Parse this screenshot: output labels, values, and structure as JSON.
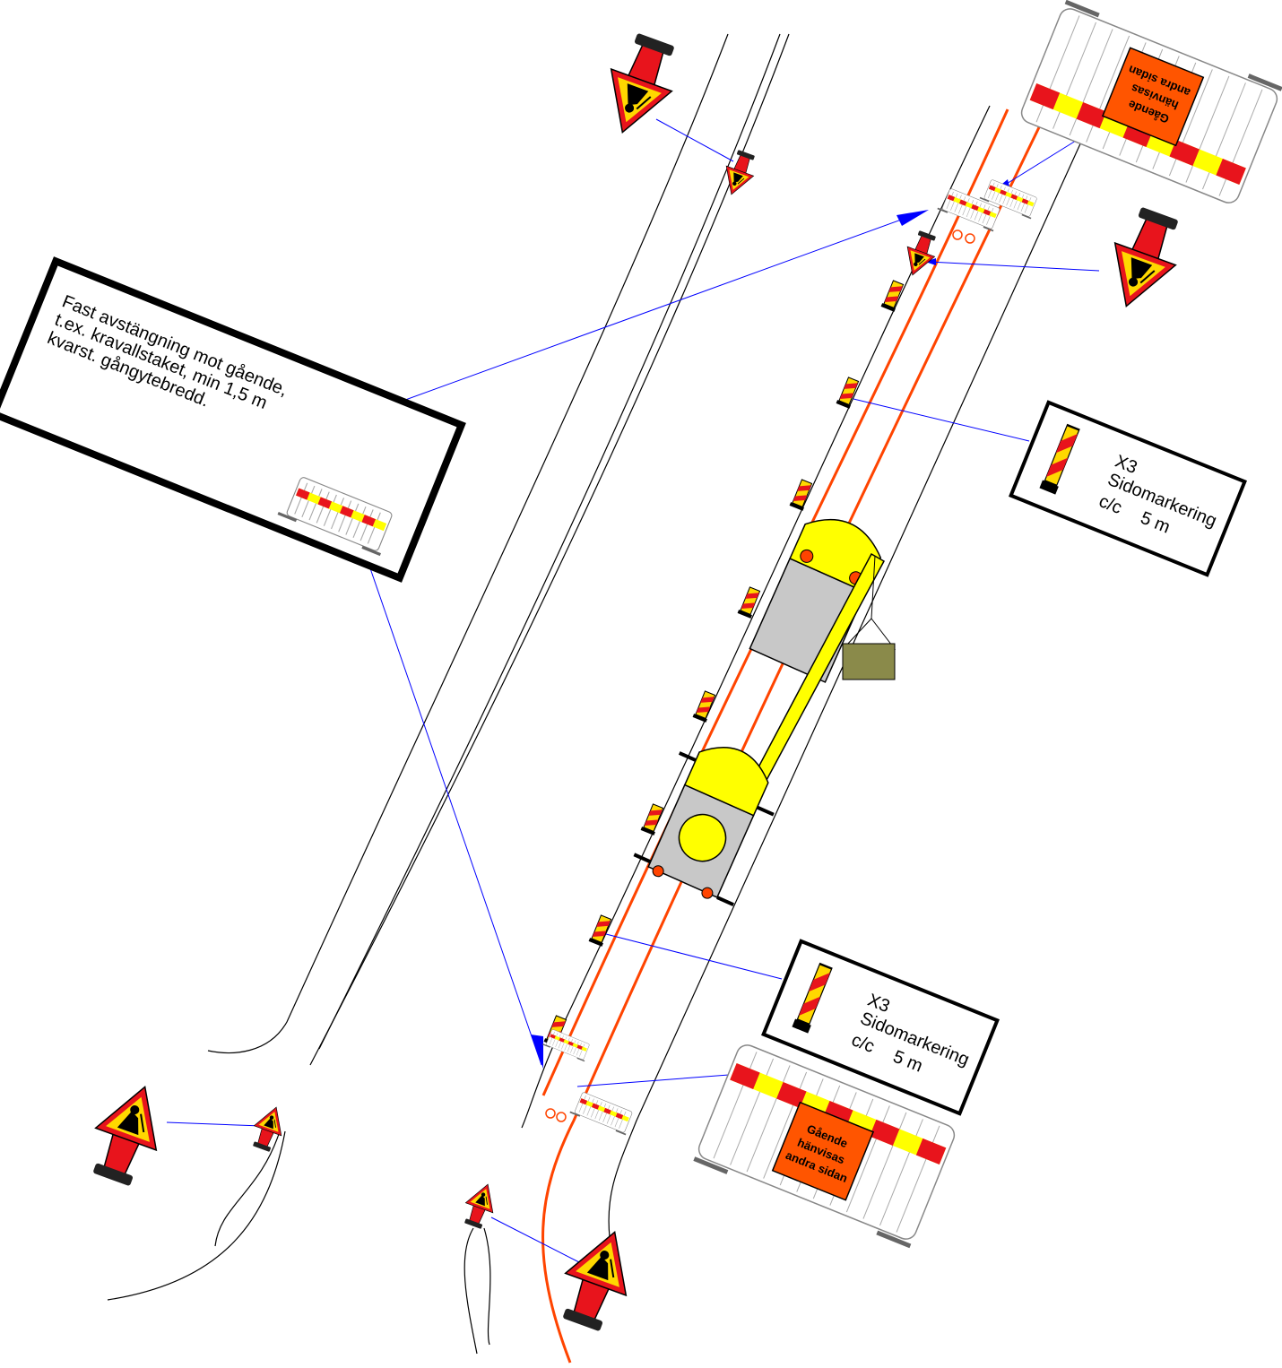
{
  "colors": {
    "road_line": "#000000",
    "cable": "#ff4400",
    "pointer": "#0000ff",
    "sign_red": "#e8141c",
    "sign_yellow": "#ffd800",
    "barrier_red": "#e8141c",
    "barrier_yellow": "#ffff00",
    "detour_plate": "#ff5500",
    "machine_yellow": "#ffff00",
    "machine_body": "#c8c8c8",
    "load": "#8a8a4a"
  },
  "icons": {
    "roadwork_sign": "roadwork-warning-sign-icon",
    "delineator": "side-marker-post-icon",
    "barrier": "pedestrian-barrier-icon",
    "crane": "crane-truck-icon",
    "excavator": "excavator-icon",
    "cycle": "bicycle-symbol-icon"
  },
  "notes": {
    "fence": {
      "lines": [
        "Fast avstängning mot gående,",
        "t.ex. kravallstaket, min 1,5 m",
        "kvarst. gångytebredd."
      ]
    },
    "marker_top": {
      "code": "X3",
      "name": "Sidomarkering",
      "spacing_label": "c/c",
      "spacing_value": "5 m"
    },
    "marker_bottom": {
      "code": "X3",
      "name": "Sidomarkering",
      "spacing_label": "c/c",
      "spacing_value": "5 m"
    }
  },
  "barrier_top": {
    "lines": [
      "Gående",
      "hänvisas",
      "andra sidan"
    ]
  },
  "barrier_bottom": {
    "lines": [
      "Gående",
      "hänvisas",
      "andra sidan"
    ]
  }
}
